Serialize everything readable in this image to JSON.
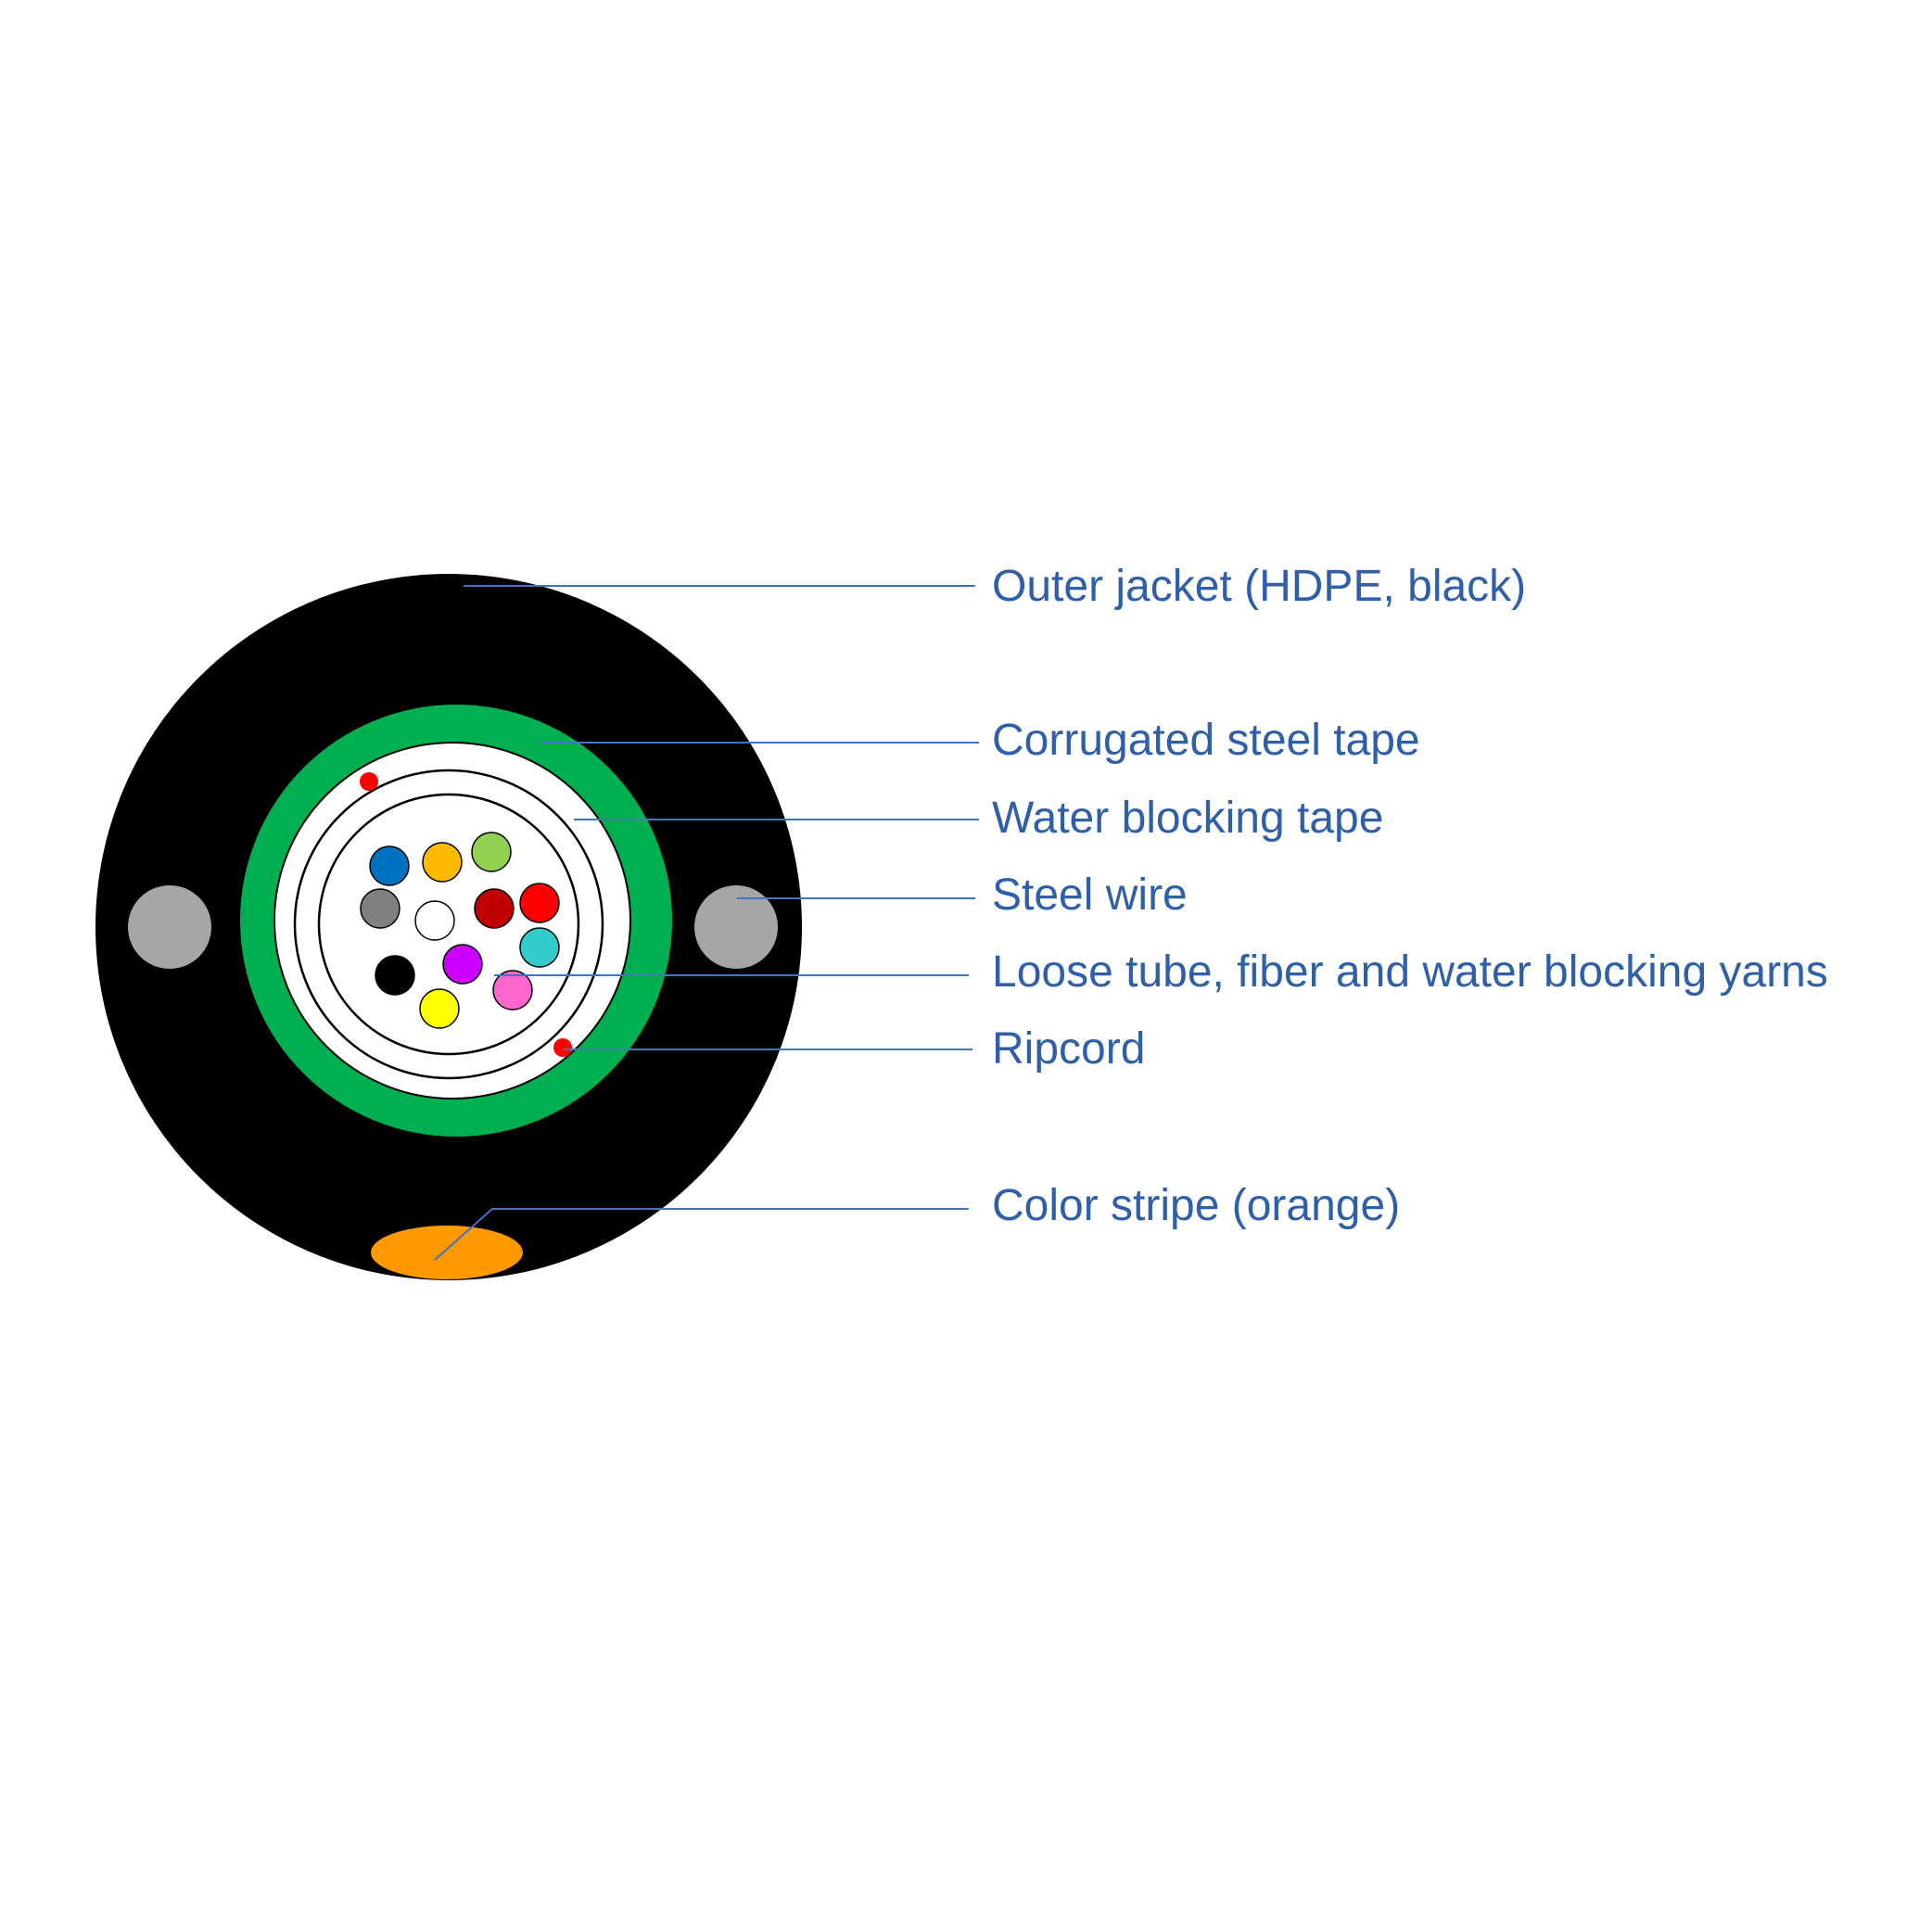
{
  "colors": {
    "jacket": "#000000",
    "armor": "#00b050",
    "tape": "#ffffff",
    "outline": "#000000",
    "steel_wire": "#a6a6a6",
    "ripcord": "#ff0000",
    "stripe": "#ff9900",
    "leader": "#4472c4",
    "label": "#2e5fa8"
  },
  "fibers": [
    {
      "color": "#0070c0"
    },
    {
      "color": "#ffb900"
    },
    {
      "color": "#92d050"
    },
    {
      "color": "#808080"
    },
    {
      "color": "#ffffff"
    },
    {
      "color": "#c00000"
    },
    {
      "color": "#ff0000"
    },
    {
      "color": "#33cccc"
    },
    {
      "color": "#000000"
    },
    {
      "color": "#cc00ff"
    },
    {
      "color": "#ff66cc"
    },
    {
      "color": "#ffff00"
    }
  ],
  "labels": {
    "outer_jacket": "Outer jacket (HDPE, black)",
    "corrugated_steel_tape": "Corrugated steel tape",
    "water_blocking_tape": "Water blocking tape",
    "steel_wire": "Steel wire",
    "loose_tube": "Loose tube, fiber and water blocking yarns",
    "ripcord": "Ripcord",
    "color_stripe": "Color stripe (orange)"
  }
}
